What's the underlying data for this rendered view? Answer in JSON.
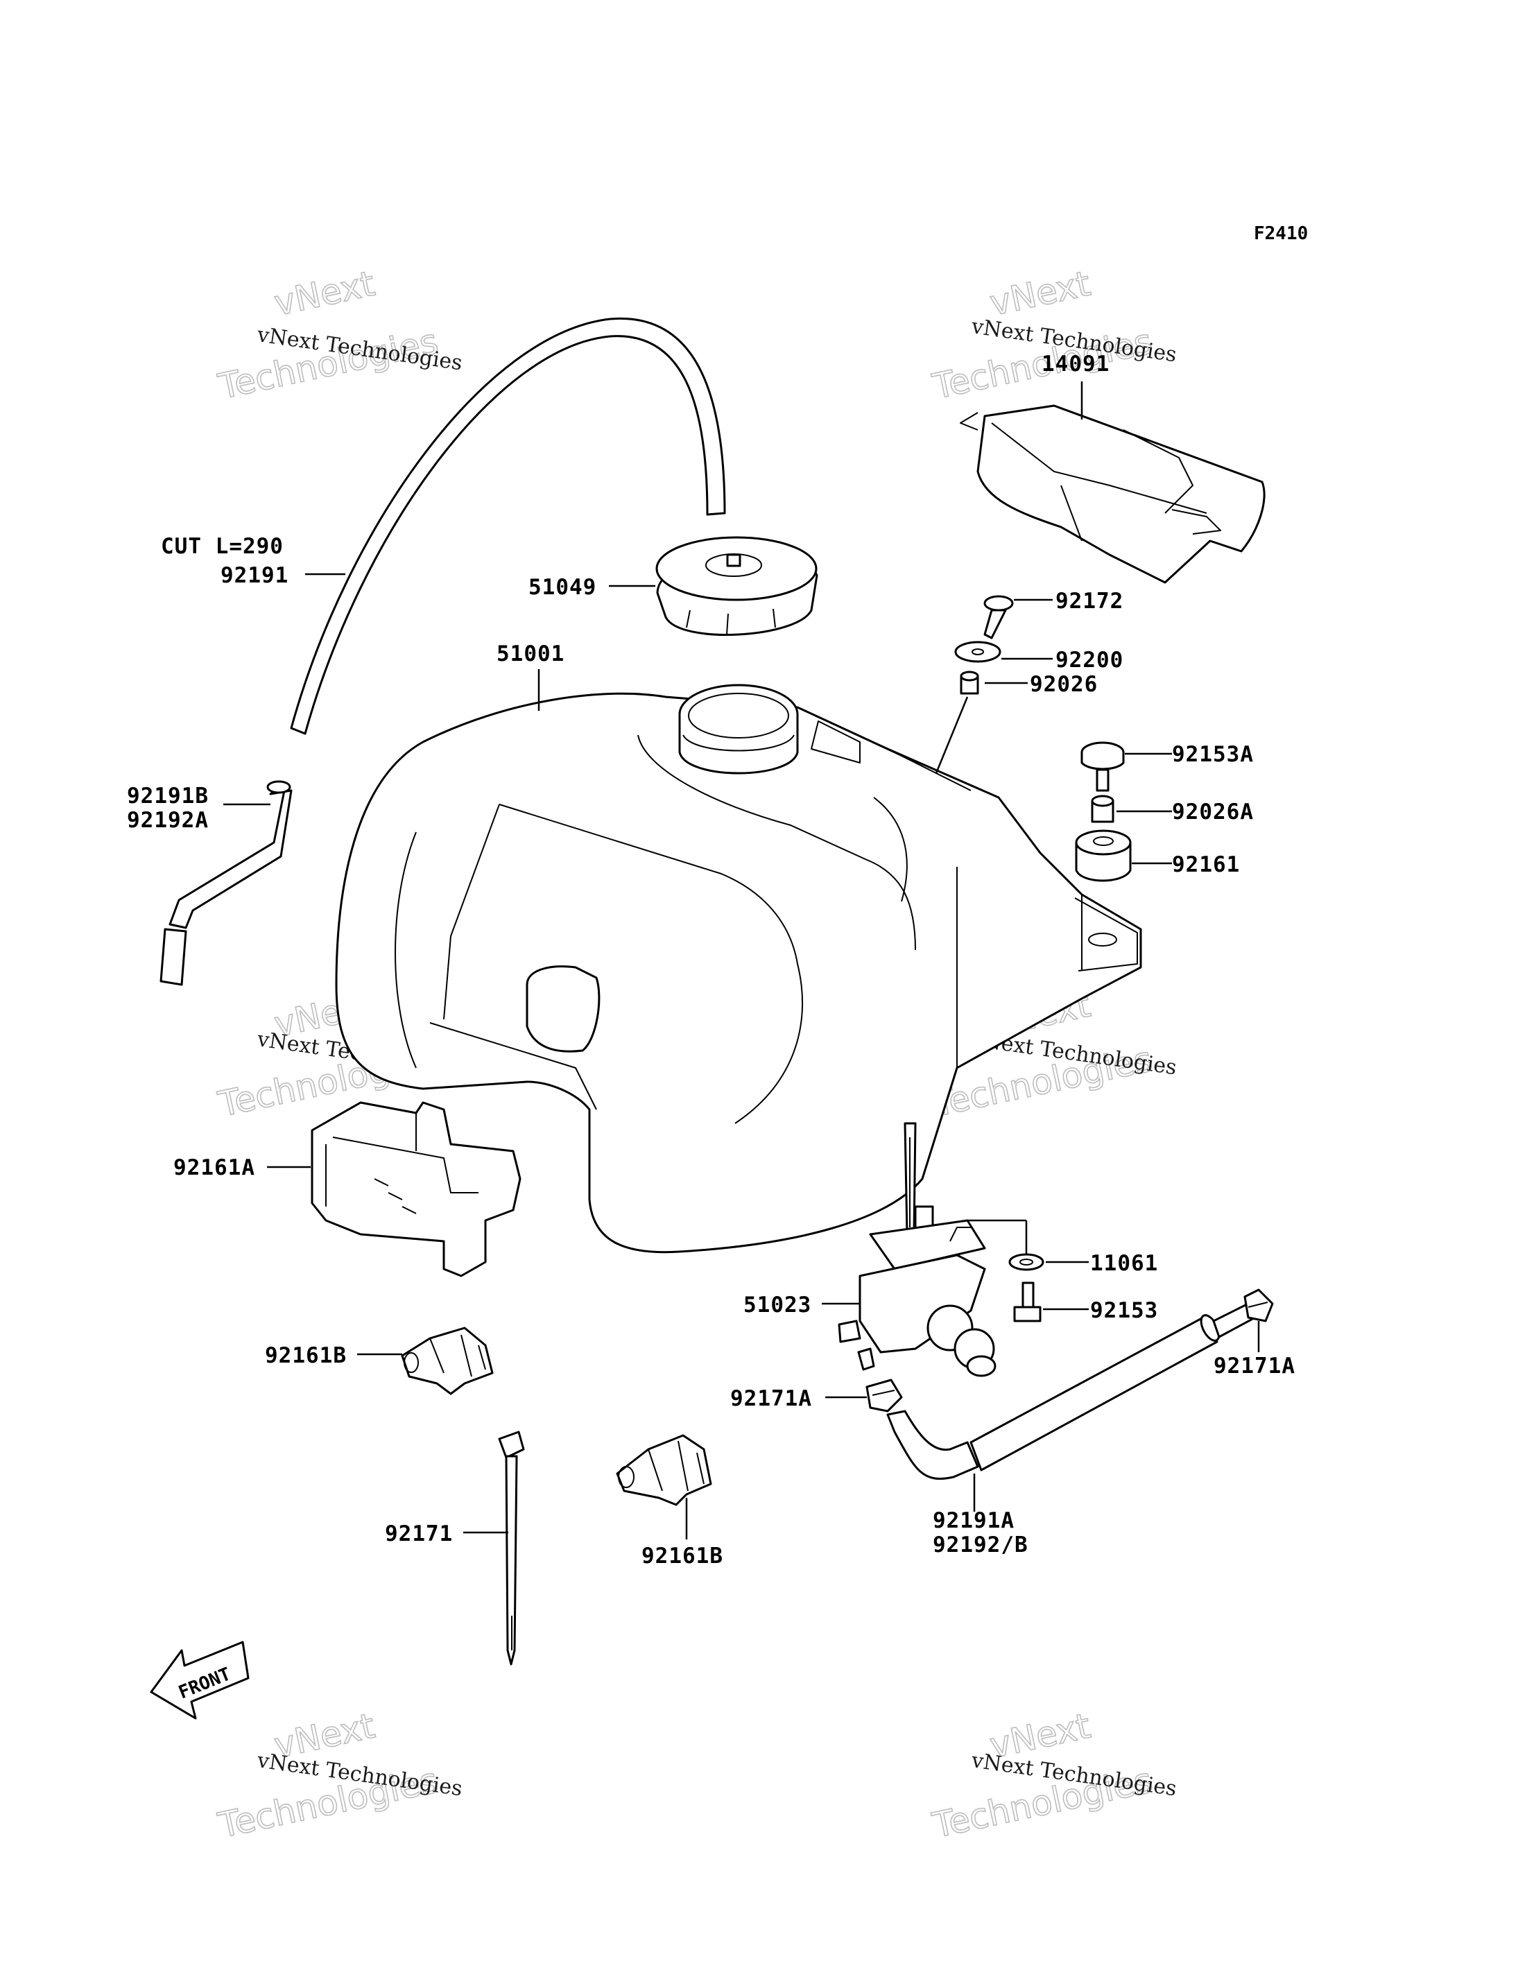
{
  "ref_code": "F2410",
  "watermark": {
    "line1": "vNext Technologies",
    "line2": "vNext",
    "line3": "Technologies"
  },
  "front_arrow": "FRONT",
  "labels": {
    "cut_length": "CUT L=290",
    "p92191": "92191",
    "p92191B": "92191B",
    "p92192A": "92192A",
    "p51049": "51049",
    "p51001": "51001",
    "p14091": "14091",
    "p92172": "92172",
    "p92200": "92200",
    "p92026": "92026",
    "p92153A": "92153A",
    "p92026A": "92026A",
    "p92161": "92161",
    "p92161A": "92161A",
    "p11061": "11061",
    "p92153": "92153",
    "p51023": "51023",
    "p92171A_left": "92171A",
    "p92171A_right": "92171A",
    "p92161B_top": "92161B",
    "p92161B_bottom": "92161B",
    "p92171": "92171",
    "p92191A": "92191A",
    "p92192B": "92192/B"
  }
}
